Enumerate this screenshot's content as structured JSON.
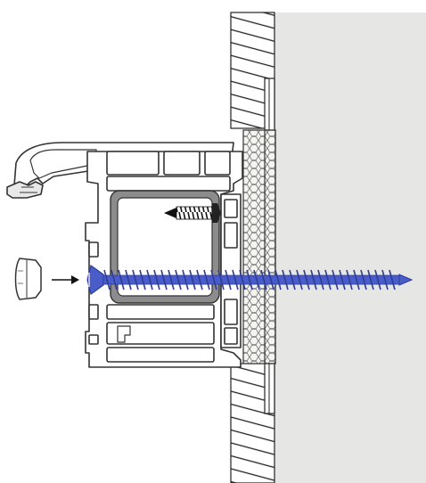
{
  "diagram": {
    "components": [
      {
        "id": "wall-masonry",
        "icon": "masonry-hatch"
      },
      {
        "id": "wall-render",
        "icon": "plaster-surface"
      },
      {
        "id": "insulation",
        "icon": "foam-hex-pattern"
      },
      {
        "id": "window-frame-profile",
        "icon": "pvc-profile"
      },
      {
        "id": "steel-reinforcement",
        "icon": "steel-box"
      },
      {
        "id": "self-drilling-screw",
        "icon": "screw"
      },
      {
        "id": "frame-anchor-screw",
        "icon": "long-screw"
      },
      {
        "id": "cover-cap",
        "icon": "cap"
      },
      {
        "id": "insert-arrow",
        "icon": "arrow-right"
      }
    ],
    "colors": {
      "render": "#e6e6e4",
      "screw": "#4a5cc8",
      "screwDark": "#2c3c9c",
      "outline": "#333333"
    }
  }
}
